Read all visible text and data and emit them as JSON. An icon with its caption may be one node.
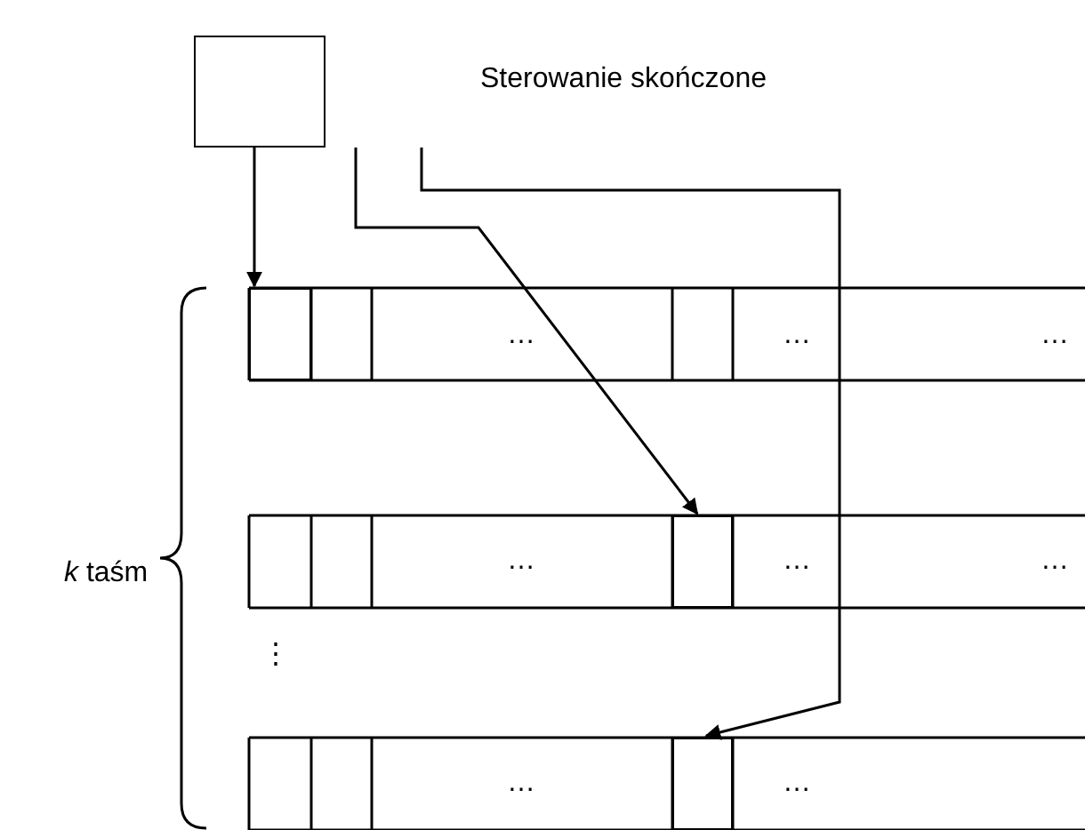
{
  "diagram": {
    "nodes": [
      {
        "text": [],
        "shape": "box"
      },
      {
        "text": [],
        "shape": "box"
      },
      {
        "text": [],
        "shape": "box"
      },
      {
        "text": [],
        "shape": "box"
      }
    ],
    "edges": [
      {
        "from": 0,
        "to": 1,
        "arrow": "to"
      },
      {
        "from": 0,
        "to": 2,
        "arrow": "to"
      },
      {
        "from": 0,
        "to": 3,
        "arrow": "to"
      }
    ],
    "labels": [
      "Sterowanie skończone",
      "*k* taśm",
      "…",
      "…",
      "…",
      "…",
      "…",
      "…",
      "⋮",
      "…",
      "…"
    ]
  }
}
